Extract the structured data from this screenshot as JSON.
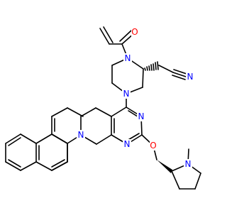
{
  "molecule": {
    "atoms": {
      "o_carbonyl": {
        "label": "O",
        "color": "#ff0000"
      },
      "n_piperazine_top": {
        "label": "N",
        "color": "#0000ff"
      },
      "n_nitrile": {
        "label": "N",
        "color": "#0000ff"
      },
      "n_piperazine_bottom": {
        "label": "N",
        "color": "#0000ff"
      },
      "n_pyrimidine_top": {
        "label": "N",
        "color": "#0000ff"
      },
      "n_pyrimidine_bottom": {
        "label": "N",
        "color": "#0000ff"
      },
      "n_tetrahydro": {
        "label": "N",
        "color": "#0000ff"
      },
      "o_ether": {
        "label": "O",
        "color": "#ff0000"
      },
      "n_pyrrolidine": {
        "label": "N",
        "color": "#0000ff"
      }
    }
  }
}
